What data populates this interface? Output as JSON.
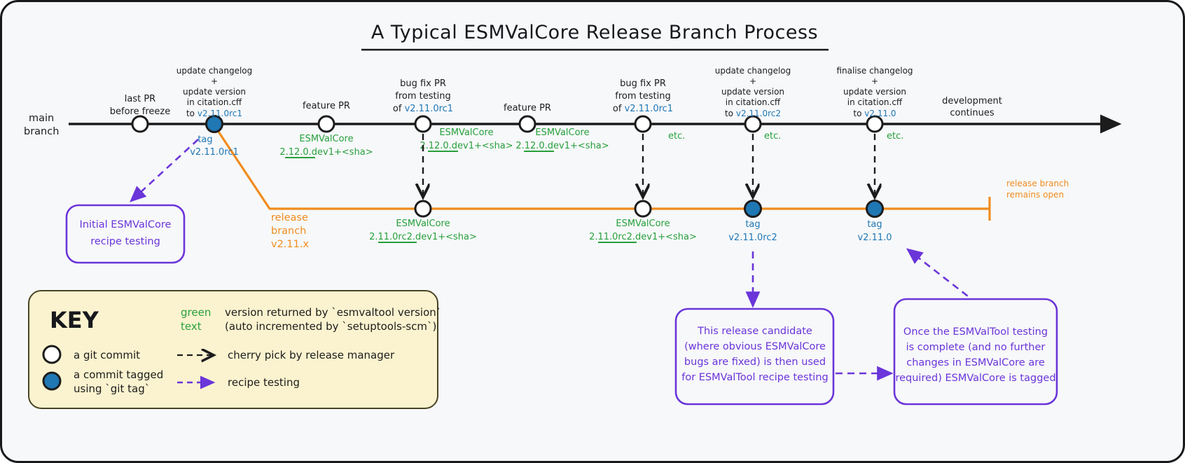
{
  "title": "A Typical ESMValCore Release Branch Process",
  "colors": {
    "background": "#f7f8fa",
    "border": "#17181c",
    "main_branch": "#1c1c1c",
    "release_branch": "#f08c1e",
    "tagged_commit": "#1f77b4",
    "version_green": "#27a03c",
    "tag_blue": "#1f77b4",
    "purple": "#6a35d9",
    "key_background": "#fbf3cf"
  },
  "main_branch": {
    "label_line1": "main",
    "label_line2": "branch",
    "end_label_line1": "development",
    "end_label_line2": "continues",
    "commits": [
      {
        "id": "last-pr",
        "tagged": false,
        "above": [
          "last PR",
          "before freeze"
        ],
        "above_blue": "",
        "below": []
      },
      {
        "id": "tag-v2-11-0rc1",
        "tagged": true,
        "above": [
          "update changelog",
          "+",
          "update version",
          "in citation.cff"
        ],
        "above_last_prefix": "to ",
        "above_blue": "v2.11.0rc1",
        "below_blue": [
          "tag",
          "v2.11.0rc1"
        ]
      },
      {
        "id": "feature-pr-1",
        "tagged": false,
        "above": [
          "feature PR"
        ],
        "below_green": [
          "ESMValCore",
          "2.12.0.dev1+<sha>"
        ]
      },
      {
        "id": "bugfix-pr-1",
        "tagged": false,
        "above": [
          "bug fix PR",
          "from testing"
        ],
        "above_last_prefix": "of ",
        "above_blue": "v2.11.0rc1",
        "below_green": [
          "ESMValCore",
          "2.12.0.dev1+<sha>"
        ]
      },
      {
        "id": "feature-pr-2",
        "tagged": false,
        "above": [
          "feature PR"
        ],
        "below_green": [
          "ESMValCore",
          "2.12.0.dev1+<sha>"
        ]
      },
      {
        "id": "bugfix-pr-2",
        "tagged": false,
        "above": [
          "bug fix PR",
          "from testing"
        ],
        "above_last_prefix": "of ",
        "above_blue": "v2.11.0rc1",
        "below_green": [
          "etc."
        ]
      },
      {
        "id": "update-v2-11-0rc2",
        "tagged": false,
        "above": [
          "update changelog",
          "+",
          "update version",
          "in citation.cff"
        ],
        "above_last_prefix": "to ",
        "above_blue": "v2.11.0rc2",
        "below_green": [
          "etc."
        ]
      },
      {
        "id": "finalise-v2-11-0",
        "tagged": false,
        "above": [
          "finalise changelog",
          "+",
          "update version",
          "in citation.cff"
        ],
        "above_last_prefix": "to ",
        "above_blue": "v2.11.0",
        "below_green": [
          "etc."
        ]
      }
    ]
  },
  "release_branch": {
    "label": [
      "release",
      "branch",
      "v2.11.x"
    ],
    "remains_open": [
      "release branch",
      "remains open"
    ],
    "commits": [
      {
        "id": "rel-commit-1",
        "tagged": false,
        "below_green": [
          "ESMValCore",
          "2.11.0rc2.dev1+<sha>"
        ]
      },
      {
        "id": "rel-commit-2",
        "tagged": false,
        "below_green": [
          "ESMValCore",
          "2.11.0rc2.dev1+<sha>"
        ]
      },
      {
        "id": "rel-tag-v2-11-0rc2",
        "tagged": true,
        "below_blue": [
          "tag",
          "v2.11.0rc2"
        ]
      },
      {
        "id": "rel-tag-v2-11-0",
        "tagged": true,
        "below_blue": [
          "tag",
          "v2.11.0"
        ]
      }
    ]
  },
  "callouts": {
    "initial_testing": [
      "Initial ESMValCore",
      "recipe testing"
    ],
    "release_candidate": [
      "This release candidate",
      "(where obvious ESMValCore",
      "bugs are fixed) is then used",
      "for ESMValTool recipe testing"
    ],
    "final_tag": [
      "Once the ESMValTool testing",
      "is complete (and no further",
      "changes in ESMValCore are",
      "required) ESMValCore is tagged"
    ]
  },
  "key": {
    "title": "KEY",
    "items": [
      {
        "symbol": "open-circle",
        "label": "a git commit"
      },
      {
        "symbol": "filled-circle",
        "label_line1": "a commit tagged",
        "label_line2": "using `git tag`"
      }
    ],
    "green_text_label_line1": "green",
    "green_text_label_line2": "text",
    "green_text_desc_line1": "version returned by `esmvaltool version`",
    "green_text_desc_line2": "(auto incremented by `setuptools-scm`)",
    "arrow_black_label": "cherry pick by release manager",
    "arrow_purple_label": "recipe testing"
  }
}
